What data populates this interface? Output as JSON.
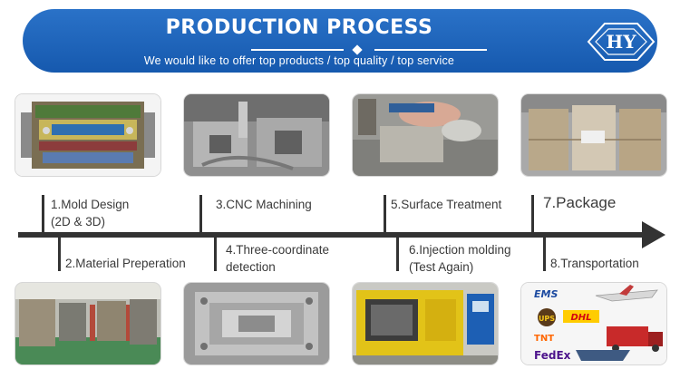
{
  "header": {
    "title": "PRODUCTION PROCESS",
    "subtitle": "We would like to offer top products / top quality / top service",
    "logo_text": "HY"
  },
  "colors": {
    "banner_blue": "#1a60b8",
    "timeline": "#333333",
    "text": "#3a3a3a"
  },
  "steps": [
    {
      "line1": "1.Mold Design",
      "line2": "(2D & 3D)"
    },
    {
      "line1": "2.Material Preperation"
    },
    {
      "line1": "3.CNC Machining"
    },
    {
      "line1": "4.Three-coordinate",
      "line2": "detection"
    },
    {
      "line1": "5.Surface Treatment"
    },
    {
      "line1": "6.Injection molding",
      "line2": "(Test Again)"
    },
    {
      "line1": "7.Package"
    },
    {
      "line1": "8.Transportation"
    }
  ],
  "photos": [
    {
      "id": "mold-design",
      "subject": "mold design CAD image"
    },
    {
      "id": "cnc-machining",
      "subject": "CNC machining photo"
    },
    {
      "id": "surface-treatment",
      "subject": "surface treatment photo"
    },
    {
      "id": "package",
      "subject": "packaged cartons photo"
    },
    {
      "id": "material-preparation",
      "subject": "material warehouse photo"
    },
    {
      "id": "three-coordinate-detection",
      "subject": "machined part photo"
    },
    {
      "id": "injection-molding",
      "subject": "injection molding machine photo"
    },
    {
      "id": "transportation",
      "subject": "shipping carriers collage"
    }
  ],
  "carriers": [
    "EMS",
    "UPS",
    "DHL",
    "TNT",
    "FedEx"
  ]
}
